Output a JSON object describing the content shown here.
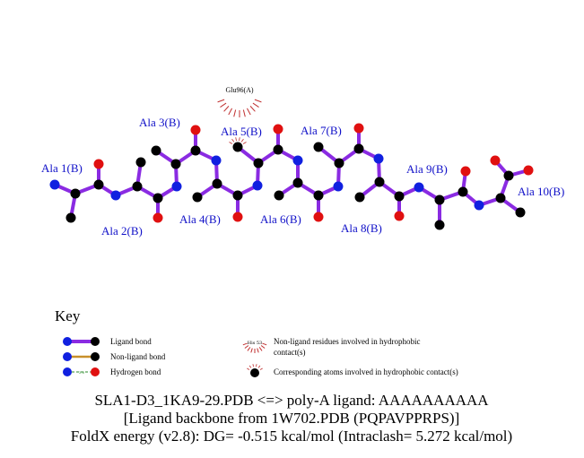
{
  "residue_labels": [
    "Ala 1(B)",
    "Ala 2(B)",
    "Ala 3(B)",
    "Ala 4(B)",
    "Ala 5(B)",
    "Ala 6(B)",
    "Ala 7(B)",
    "Ala 8(B)",
    "Ala 9(B)",
    "Ala 10(B)"
  ],
  "hydrophobic_residue": "Glu96(A)",
  "colors": {
    "ligand_bond": "#8a2be2",
    "nonligand_bond": "#c8902a",
    "hbond": "#2a8a2a",
    "nitrogen": "#1020e0",
    "oxygen": "#e01010",
    "carbon": "#000000",
    "hydrophobic": "#c03030"
  },
  "key": {
    "title": "Key",
    "ligand_bond": "Ligand bond",
    "nonligand_bond": "Non-ligand bond",
    "hydrogen_bond": "Hydrogen bond",
    "hbond_distance": "3.0",
    "example_residue": "His 53",
    "hydrophobic_residues_line1": "Non-ligand residues involved in hydrophobic",
    "hydrophobic_residues_line2": "contact(s)",
    "hydrophobic_atoms": "Corresponding atoms involved in hydrophobic contact(s)"
  },
  "caption": {
    "line1": "SLA1-D3_1KA9-29.PDB <=> poly-A ligand: AAAAAAAAAA",
    "line2": "[Ligand backbone from 1W702.PDB (PQPAVPPRPS)]",
    "line3": "FoldX energy (v2.8): DG= -0.515 kcal/mol (Intraclash= 5.272 kcal/mol)"
  }
}
